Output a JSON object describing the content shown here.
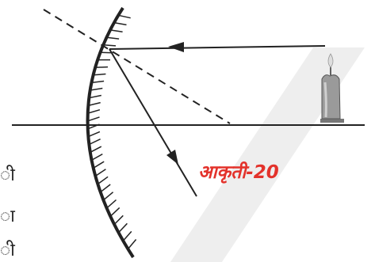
{
  "figure": {
    "label": "आकृती-20",
    "label_color": "#e3322b",
    "watermark_color": "#eeeeee",
    "line_color": "#222222"
  },
  "elements": {
    "mirror": "concave-mirror",
    "principal_axis": "principal-axis",
    "object": "candle-icon",
    "incident_ray": "incident-ray",
    "normal": "normal-line",
    "reflected_ray": "reflected-ray"
  },
  "margin_text": [
    "ी",
    "ा",
    "ी"
  ]
}
